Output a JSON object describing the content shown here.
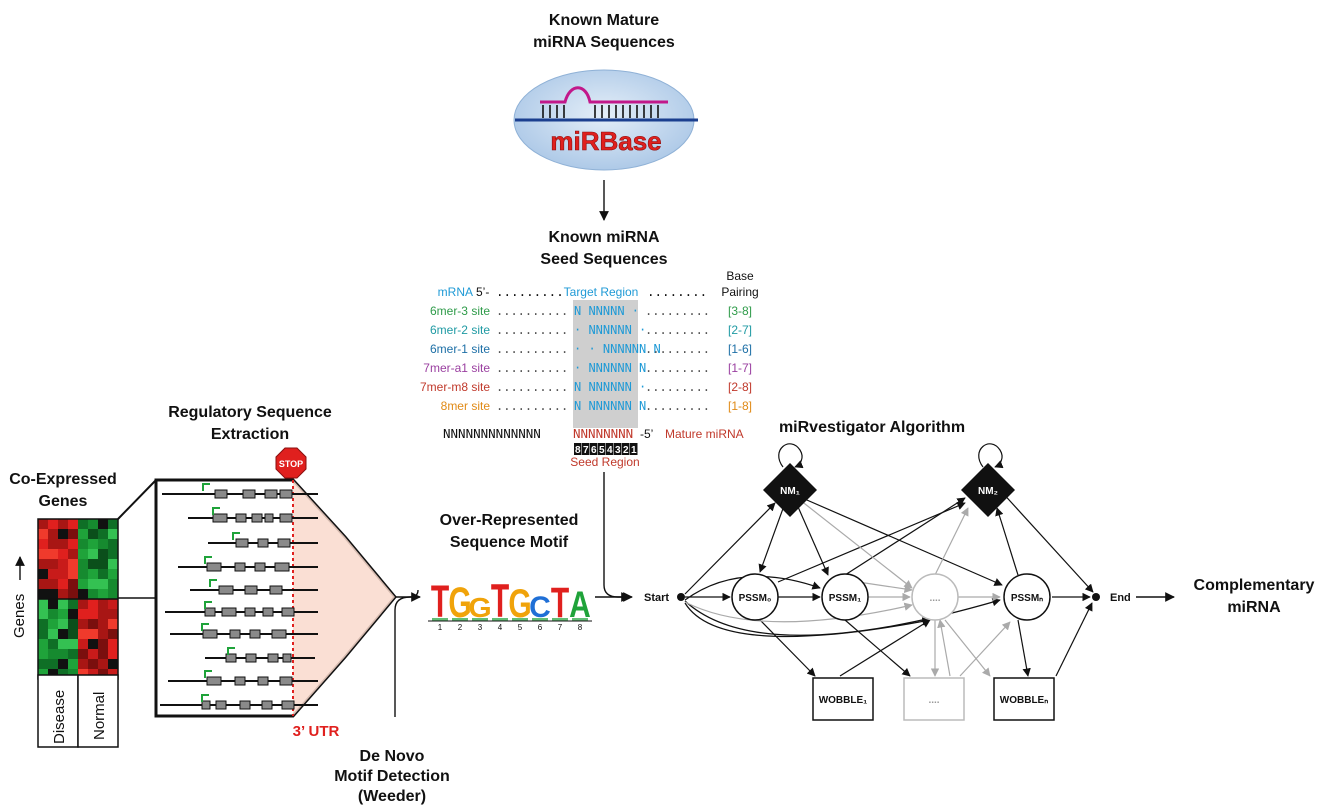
{
  "titles": {
    "known_mature": [
      "Known Mature",
      "miRNA Sequences"
    ],
    "known_seed": [
      "Known miRNA",
      "Seed Sequences"
    ],
    "regulatory": [
      "Regulatory Sequence",
      "Extraction"
    ],
    "coexpressed": [
      "Co-Expressed",
      "Genes"
    ],
    "over_represented": [
      "Over-Represented",
      "Sequence Motif"
    ],
    "denovo": [
      "De Novo",
      "Motif Detection",
      "(Weeder)"
    ],
    "algorithm": "miRvestigator Algorithm",
    "complementary": [
      "Complementary",
      "miRNA"
    ]
  },
  "mirbase": {
    "label": "miRBase"
  },
  "stop_sign": "STOP",
  "utr_label": "3’ UTR",
  "heatmap": {
    "genes_label": "Genes",
    "columns": [
      "Disease",
      "Normal"
    ]
  },
  "seed_table": {
    "base_pairing_header": [
      "Base",
      "Pairing"
    ],
    "mrna_row": {
      "label": "mRNA",
      "prime": "5’-",
      "left_dots": ".........",
      "target": "Target Region",
      "right_dots": "........"
    },
    "rows": [
      {
        "label": "6mer-3 site",
        "pairing": "[3-8]",
        "color": "#2e9b49",
        "pattern": "N NNNNN ·"
      },
      {
        "label": "6mer-2 site",
        "pairing": "[2-7]",
        "color": "#1f9aa3",
        "pattern": "· NNNNNN ·"
      },
      {
        "label": "6mer-1 site",
        "pairing": "[1-6]",
        "color": "#1d6fa6",
        "pattern": "· · NNNNNN N"
      },
      {
        "label": "7mer-a1 site",
        "pairing": "[1-7]",
        "color": "#9a3fa0",
        "pattern": "· NNNNNN N"
      },
      {
        "label": "7mer-m8 site",
        "pairing": "[2-8]",
        "color": "#c0392b",
        "pattern": "N NNNNNN ·"
      },
      {
        "label": "8mer site",
        "pairing": "[1-8]",
        "color": "#e08a16",
        "pattern": "N NNNNNN N"
      }
    ],
    "mature_row": {
      "left_ns": "NNNNNNNNNNNNN",
      "seed_ns": "NNNNNNNN",
      "suffix": "-5’",
      "label": "Mature miRNA"
    },
    "seed_digits": [
      "8",
      "7",
      "6",
      "5",
      "4",
      "3",
      "2",
      "1"
    ],
    "seed_region_label": "Seed Region"
  },
  "motif_logo": {
    "letters": [
      "T",
      "G",
      "G",
      "T",
      "G",
      "C",
      "T",
      "A"
    ],
    "positions": [
      "1",
      "2",
      "3",
      "4",
      "5",
      "6",
      "7",
      "8"
    ]
  },
  "algorithm": {
    "start": "Start",
    "end": "End",
    "nodes": {
      "nm1": "NM₁",
      "nm2": "NM₂",
      "pssm0": "PSSM₀",
      "pssm1": "PSSM₁",
      "pssm_dots": "....",
      "pssmN": "PSSMₙ",
      "wobble1": "WOBBLE₁",
      "wobble_dots": "....",
      "wobbleN": "WOBBLEₙ"
    }
  },
  "colors": {
    "red": "#e0201e",
    "green": "#1fa33a",
    "blue": "#1f9ad6",
    "seed_red": "#c0392b",
    "utr_fill": "#f9d9cc",
    "grey_box": "#8a8a8a"
  }
}
